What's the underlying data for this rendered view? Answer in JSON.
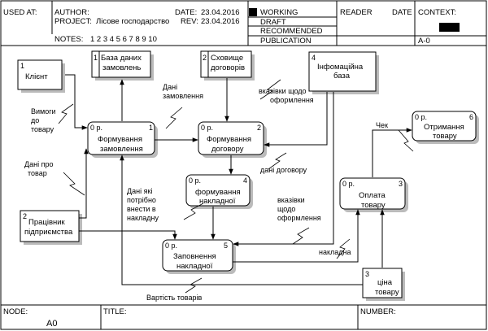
{
  "header": {
    "used_at": "USED AT:",
    "author_label": "AUTHOR:",
    "project_label": "PROJECT:",
    "project_value": "Лісове господарство",
    "date_label": "DATE:",
    "date_value": "23.04.2016",
    "rev_label": "REV:",
    "rev_value": "23.04.2016",
    "notes_label": "NOTES:",
    "notes_value": "1  2  3  4  5  6  7  8  9  10",
    "status": [
      "WORKING",
      "DRAFT",
      "RECOMMENDED",
      "PUBLICATION"
    ],
    "reader_label": "READER",
    "reader_date_label": "DATE",
    "context_label": "CONTEXT:",
    "context_node": "A-0"
  },
  "footer": {
    "node_label": "NODE:",
    "node_value": "A0",
    "title_label": "TITLE:",
    "number_label": "NUMBER:"
  },
  "externals": {
    "client": {
      "num": "1",
      "name": "Клієнт"
    },
    "worker": {
      "num": "2",
      "name1": "Працівник",
      "name2": "підприємства"
    },
    "price": {
      "num": "3",
      "name1": "ціна",
      "name2": "товару"
    },
    "infobase": {
      "num": "4",
      "name1": "Інфомаційна",
      "name2": "база"
    }
  },
  "stores": {
    "orders_db": {
      "num": "1",
      "name1": "База даних",
      "name2": "замовлень"
    },
    "contracts": {
      "num": "2",
      "name1": "Сховище",
      "name2": "договорів"
    }
  },
  "processes": {
    "p1": {
      "cost": "0 р.",
      "num": "1",
      "name1": "Формування",
      "name2": "замовлення"
    },
    "p2": {
      "cost": "0 р.",
      "num": "2",
      "name1": "Формування",
      "name2": "договору"
    },
    "p3": {
      "cost": "0 р.",
      "num": "3",
      "name1": "Оплата",
      "name2": "товару"
    },
    "p4": {
      "cost": "0 р.",
      "num": "4",
      "name1": "формування",
      "name2": "накладної"
    },
    "p5": {
      "cost": "0 р.",
      "num": "5",
      "name1": "Заповнення",
      "name2": "накладної"
    },
    "p6": {
      "cost": "0 р.",
      "num": "6",
      "name1": "Отримання",
      "name2": "товару"
    }
  },
  "flows": {
    "client_req": [
      "Вимоги",
      "до",
      "товару"
    ],
    "goods_data": [
      "Дані про",
      "товар"
    ],
    "order_data": [
      "Дані",
      "замовлення"
    ],
    "style_instr": [
      "вказівки щодо",
      "оформлення"
    ],
    "contract_data": "дані договору",
    "fill_data": [
      "Дані які",
      "потрібно",
      "внести в",
      "накладну"
    ],
    "style_instr2": [
      "вказівки",
      "щодо",
      "оформлення"
    ],
    "invoice": "накладна",
    "receipt": "Чек",
    "goods_cost": "Вартість товарів"
  }
}
